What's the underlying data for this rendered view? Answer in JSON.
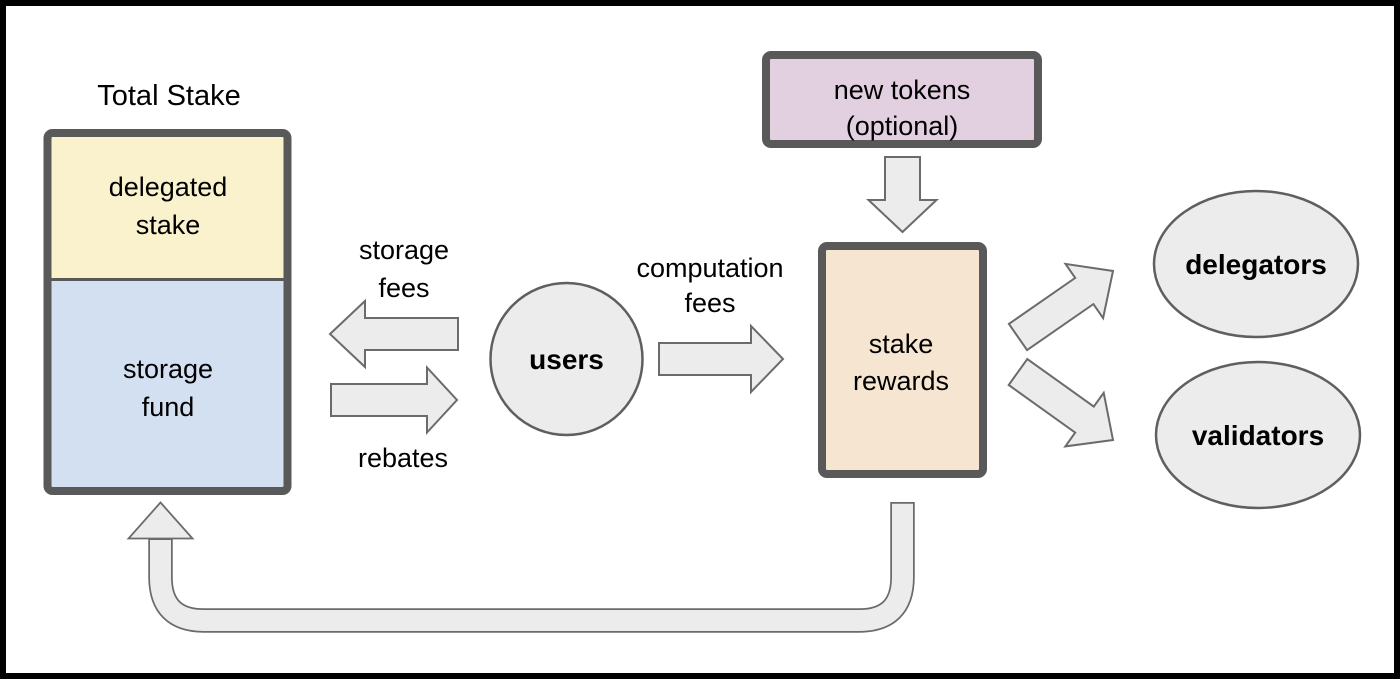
{
  "colors": {
    "delegated_stake_fill": "#faf1cd",
    "storage_fund_fill": "#d3e0f2",
    "stake_rewards_fill": "#f6e5d0",
    "new_tokens_fill": "#e2d0e0",
    "neutral_fill": "#ececec",
    "box_border": "#595959",
    "outline": "#6b6b6b",
    "frame": "#000000"
  },
  "nodes": {
    "total_stake": {
      "title": "Total Stake"
    },
    "delegated_stake": {
      "line1": "delegated",
      "line2": "stake"
    },
    "storage_fund": {
      "line1": "storage",
      "line2": "fund"
    },
    "users": {
      "label": "users"
    },
    "stake_rewards": {
      "line1": "stake",
      "line2": "rewards"
    },
    "new_tokens": {
      "line1": "new tokens",
      "line2": "(optional)"
    },
    "delegators": {
      "label": "delegators"
    },
    "validators": {
      "label": "validators"
    }
  },
  "flows": {
    "storage_fees": {
      "line1": "storage",
      "line2": "fees"
    },
    "rebates": {
      "label": "rebates"
    },
    "computation_fees": {
      "line1": "computation",
      "line2": "fees"
    }
  }
}
